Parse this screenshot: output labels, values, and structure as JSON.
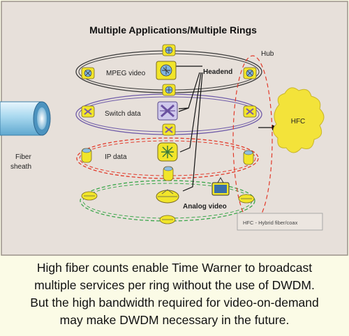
{
  "diagram": {
    "title": "Multiple Applications/Multiple Rings",
    "labels": {
      "hub": "Hub",
      "headend": "Headend",
      "mpeg_video": "MPEG video",
      "switch_data": "Switch data",
      "ip_data": "IP data",
      "analog_video": "Analog video",
      "fiber_sheath_line1": "Fiber",
      "fiber_sheath_line2": "sheath",
      "hfc": "HFC",
      "legend": "HFC - Hybrid fiber/coax"
    },
    "rings": [
      {
        "name": "MPEG video",
        "color": "#333333"
      },
      {
        "name": "Switch data",
        "color": "#6e5aa8"
      },
      {
        "name": "IP data",
        "color": "#e23a2a"
      },
      {
        "name": "Analog video",
        "color": "#3aa64a"
      }
    ],
    "colors": {
      "frame_fill": "#e7e0da",
      "node_fill": "#f1e52a",
      "node_symbol_blue": "#6fa0d0",
      "node_symbol_purple": "#7a5aa8",
      "hub_ellipse": "#e23a2a",
      "fiber_cable": "#9fd0ea"
    }
  },
  "caption": {
    "lines": [
      "High fiber counts enable Time Warner to broadcast",
      "multiple services per ring without the use of DWDM.",
      "But the high bandwidth required for video-on-demand",
      "may make DWDM necessary in the future."
    ]
  }
}
